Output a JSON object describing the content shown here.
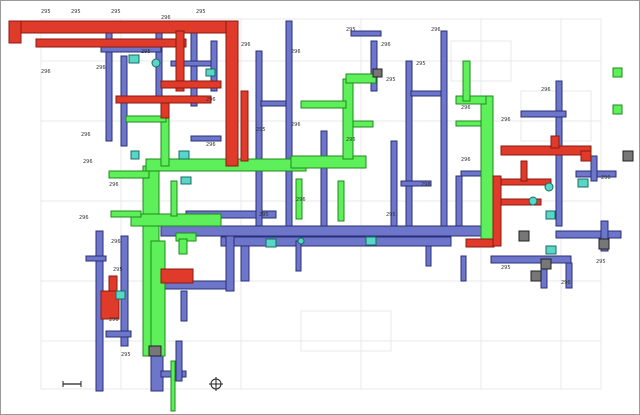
{
  "drawing": {
    "title": "",
    "colors": {
      "background": "#ffffff",
      "supply_red": "#e03a2a",
      "supply_red_edge": "#8a1a10",
      "return_blue": "#6d76c9",
      "return_blue_edge": "#2a2f7a",
      "exhaust_green": "#5ef05a",
      "exhaust_green_edge": "#1f8a1c",
      "equipment_cyan": "#58d6c8",
      "equipment_dark": "#3a3a3a",
      "label_text": "#333333",
      "faint_architecture": "#e6e6e6"
    },
    "duct_labels": [
      "295",
      "295",
      "295",
      "296",
      "295",
      "296",
      "296",
      "295",
      "296",
      "296",
      "296",
      "295",
      "296",
      "296",
      "295",
      "295",
      "296",
      "296",
      "295",
      "296",
      "296",
      "296",
      "296",
      "296",
      "295",
      "296",
      "295",
      "296",
      "296",
      "296",
      "296",
      "296",
      "295",
      "296",
      "295",
      "296",
      "296",
      "295",
      "296",
      "295"
    ],
    "scale_text": "",
    "icons": [
      "north-arrow-icon",
      "equipment-unit-icon",
      "air-terminal-icon"
    ]
  }
}
